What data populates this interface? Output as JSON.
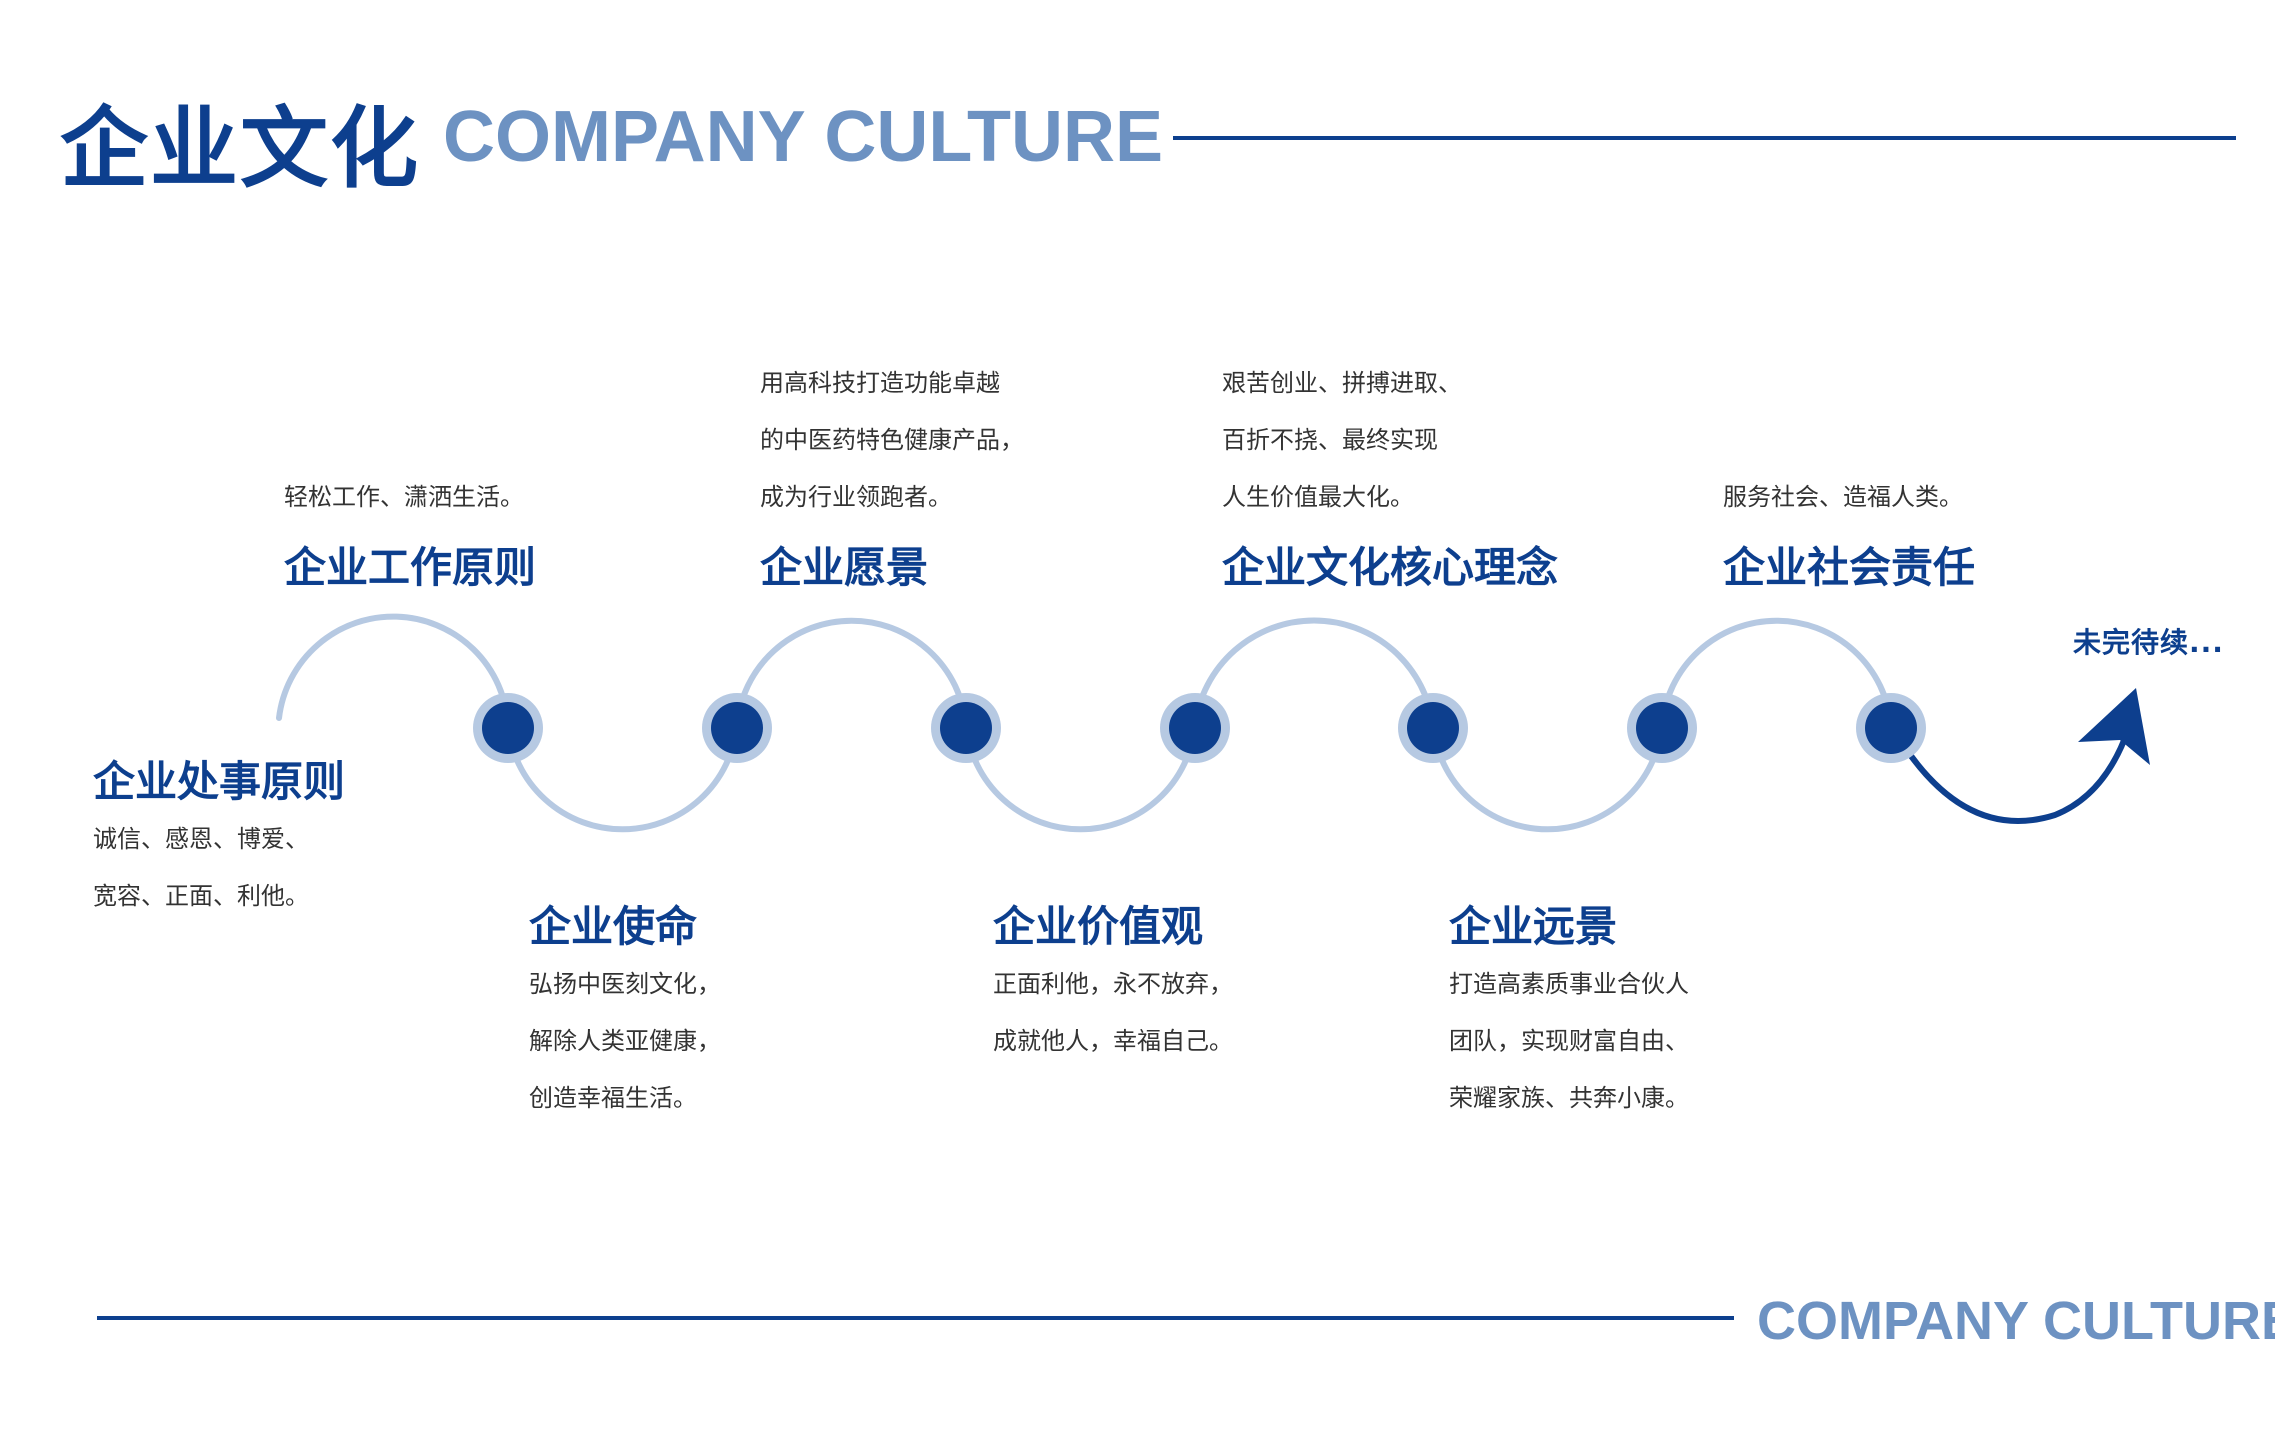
{
  "header": {
    "title_cn": "企业文化",
    "title_en": "COMPANY CULTURE"
  },
  "footer": {
    "title_en": "COMPANY CULTURE"
  },
  "stages": {
    "work_principle": {
      "title": "企业工作原则",
      "lines": [
        "轻松工作、潇洒生活。"
      ]
    },
    "vision": {
      "title": "企业愿景",
      "lines": [
        "用高科技打造功能卓越",
        "的中医药特色健康产品，",
        "成为行业领跑者。"
      ]
    },
    "core_concept": {
      "title": "企业文化核心理念",
      "lines": [
        "艰苦创业、拼搏进取、",
        "百折不挠、最终实现",
        "人生价值最大化。"
      ]
    },
    "social_responsibility": {
      "title": "企业社会责任",
      "lines": [
        "服务社会、造福人类。"
      ]
    },
    "conduct_principle": {
      "title": "企业处事原则",
      "lines": [
        "诚信、感恩、博爱、",
        "宽容、正面、利他。"
      ]
    },
    "mission": {
      "title": "企业使命",
      "lines": [
        "弘扬中医刻文化，",
        "解除人类亚健康，",
        "创造幸福生活。"
      ]
    },
    "values": {
      "title": "企业价值观",
      "lines": [
        "正面利他，永不放弃，",
        "成就他人，幸福自己。"
      ]
    },
    "future_vision": {
      "title": "企业远景",
      "lines": [
        "打造高素质事业合伙人",
        "团队，实现财富自由、",
        "荣耀家族、共奔小康。"
      ]
    }
  },
  "to_be_continued": "未完待续...",
  "colors": {
    "primary": "#0d3f8e",
    "accent_light": "#b6c9e2",
    "title_en": "#6d92c2"
  }
}
